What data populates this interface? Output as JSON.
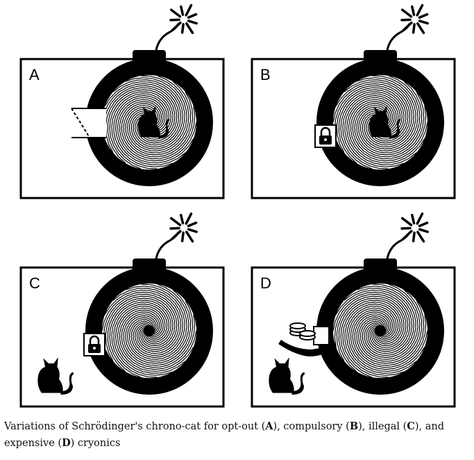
{
  "panels": [
    {
      "id": "A",
      "label": "A",
      "door": "open",
      "cat": "inside"
    },
    {
      "id": "B",
      "label": "B",
      "door": "locked",
      "cat": "inside"
    },
    {
      "id": "C",
      "label": "C",
      "door": "locked",
      "cat": "outside"
    },
    {
      "id": "D",
      "label": "D",
      "door": "paid",
      "cat": "outside"
    }
  ],
  "icons": {
    "bomb": "bomb-icon",
    "spiral": "spiral-vortex-icon",
    "cat": "cat-silhouette-icon",
    "lock": "padlock-icon",
    "coins": "coin-stack-icon",
    "hand": "open-hand-icon",
    "spark": "fuse-spark-icon"
  },
  "caption": {
    "t1": "Variations of Schrödinger's chrono-cat for opt-out (",
    "A": "A",
    "t2": "), compulsory (",
    "B": "B",
    "t3": "), illegal (",
    "C": "C",
    "t4": "), and expensive (",
    "D": "D",
    "t5": ") cryonics"
  }
}
